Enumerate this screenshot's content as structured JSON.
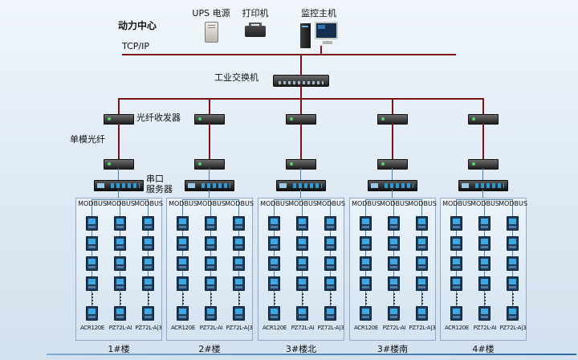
{
  "header": {
    "site_label": "动力中心",
    "tcpip_label": "TCP/IP",
    "devices": [
      {
        "name": "ups",
        "label": "UPS 电源"
      },
      {
        "name": "printer",
        "label": "打印机"
      },
      {
        "name": "host",
        "label": "监控主机"
      }
    ]
  },
  "switch": {
    "label": "工业交换机"
  },
  "annotations": {
    "fiber_transceiver": "光纤收发器",
    "single_mode_fiber": "单模光纤",
    "serial_server": "串口\n服务器"
  },
  "modbus_label": "MODBUS",
  "meter_models": [
    "ACR120E",
    "PZ72L-AI",
    "PZ72L-A|3"
  ],
  "columns": [
    {
      "footer": "1#楼"
    },
    {
      "footer": "2#楼"
    },
    {
      "footer": "3#楼北"
    },
    {
      "footer": "3#楼南"
    },
    {
      "footer": "4#楼"
    }
  ],
  "colors": {
    "trunk_line": "#7d1216",
    "network_line": "#4d7ea8",
    "box_border": "#8fa9c7",
    "meter_screen": "#3fa8e0"
  }
}
